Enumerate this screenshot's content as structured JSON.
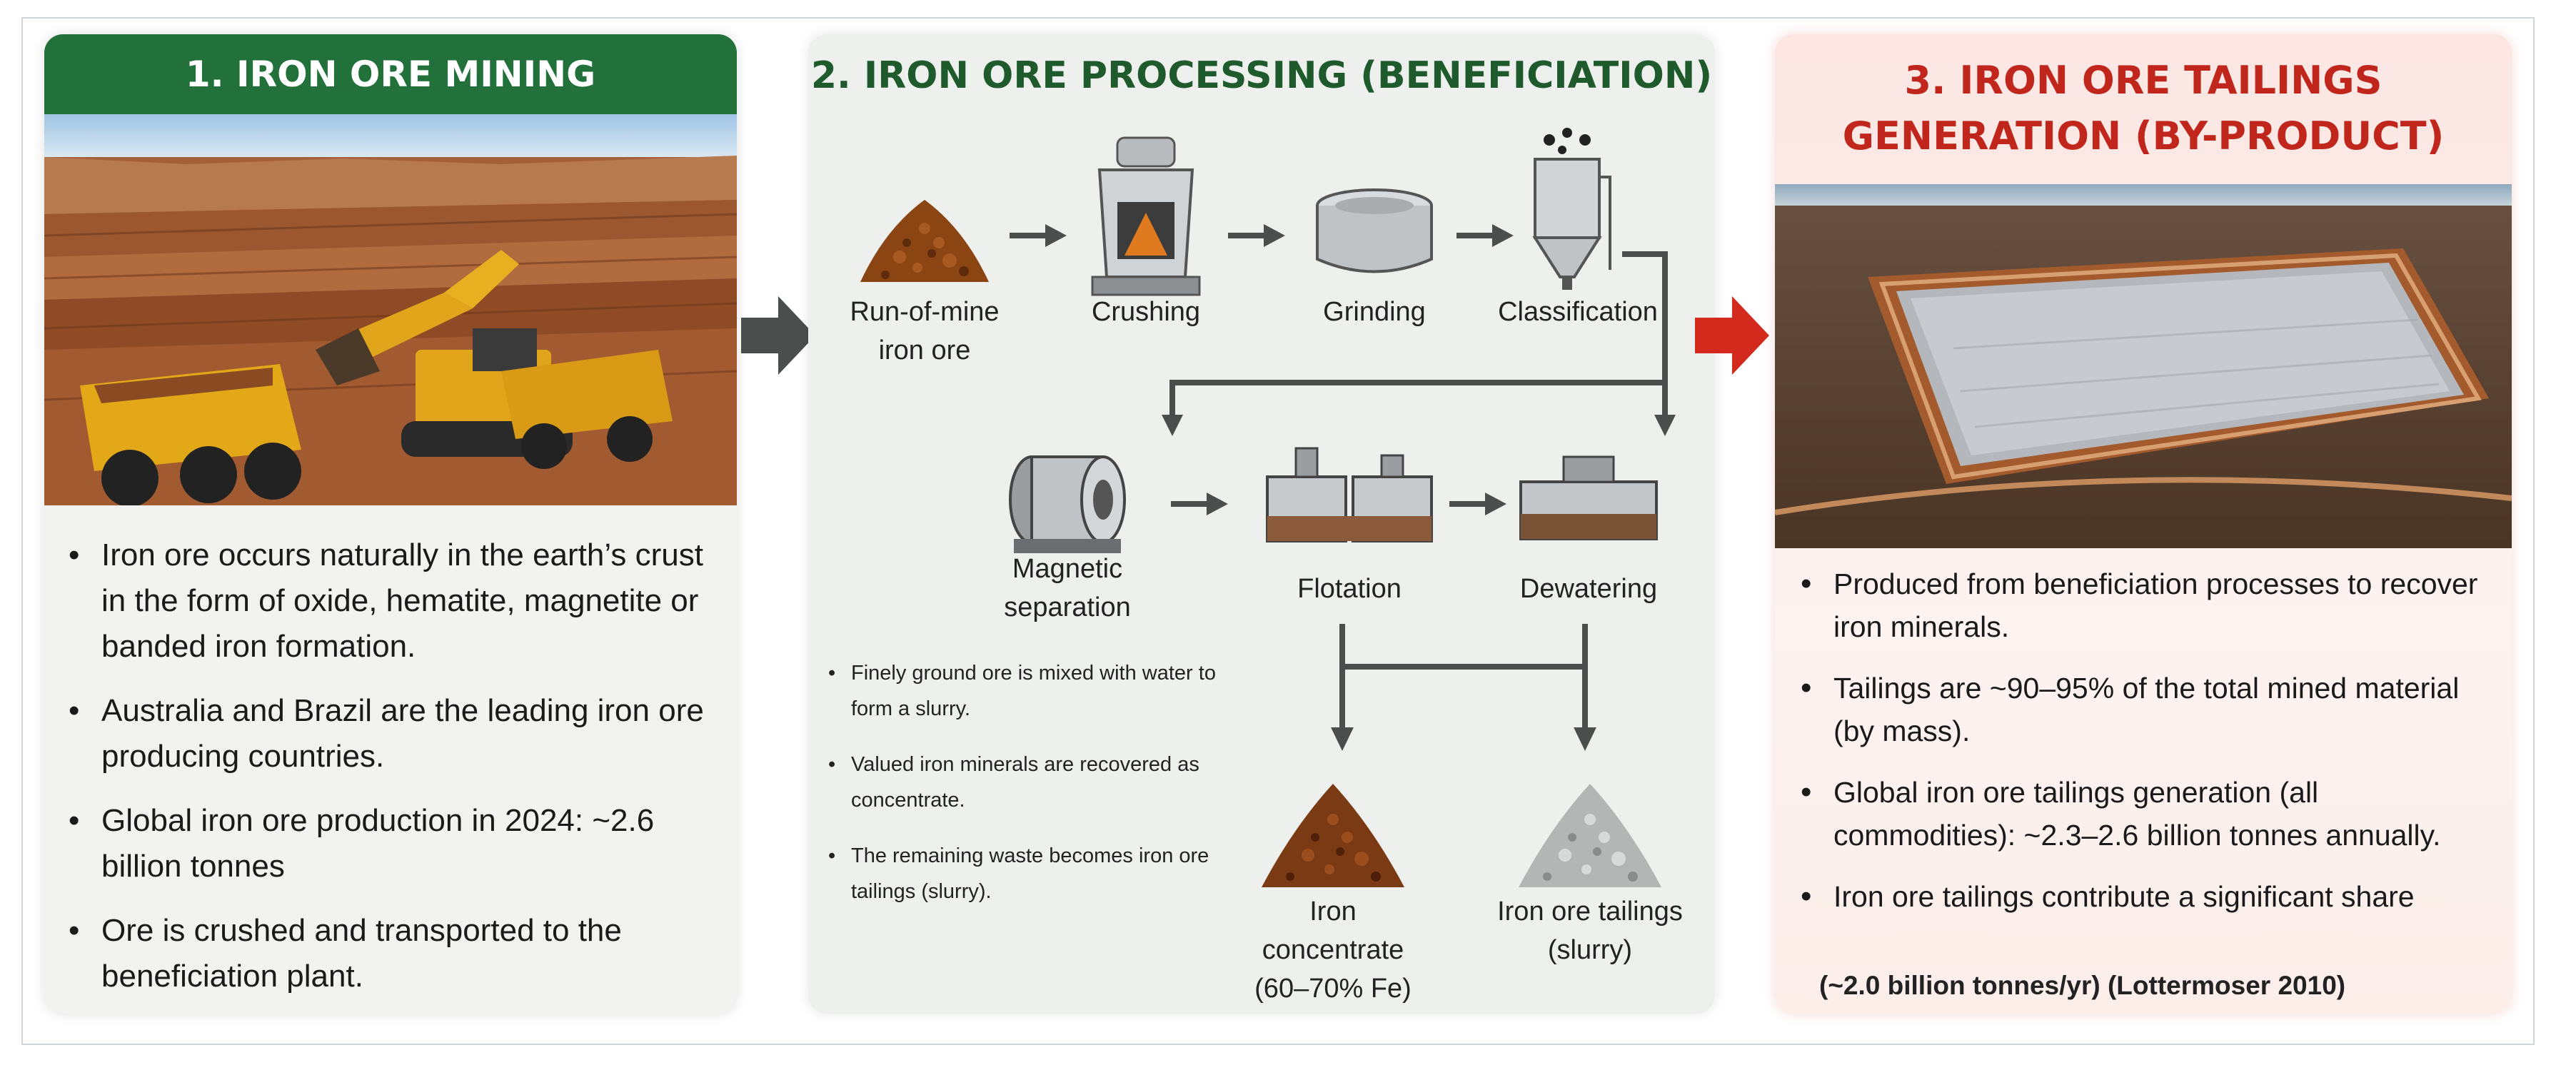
{
  "panel1": {
    "title": "1. IRON ORE MINING (EXTRACTION)",
    "bullets": [
      "Iron ore occurs naturally in the earth’s crust in the form of oxide, hematite, magnetite or banded iron formation.",
      "Australia and Brazil are the leading iron ore producing countries.",
      "Global iron ore production in 2024: ~2.6 billion tonnes",
      "Ore is crushed and transported to the beneficiation plant."
    ]
  },
  "panel2": {
    "title": "2. IRON ORE PROCESSING (BENEFICIATION)",
    "steps": {
      "run_of_mine": "Run-of-mine iron ore",
      "crushing": "Crushing",
      "grinding": "Grinding",
      "classification": "Classification",
      "magnetic": "Magnetic separation",
      "flotation": "Flotation",
      "dewatering": "Dewatering",
      "concentrate": "Iron concentrate (60–70% Fe)",
      "tailings": "Iron ore tailings (slurry)"
    },
    "notes": [
      "Finely ground ore is mixed with water to form a slurry.",
      "Valued iron minerals are recovered as concentrate.",
      "The remaining waste becomes iron ore tailings (slurry)."
    ]
  },
  "panel3": {
    "title": "3. IRON ORE TAILINGS GENERATION (BY-PRODUCT)",
    "bullets": [
      "Produced from beneficiation processes to recover iron minerals.",
      "Tailings are ~90–95% of the total mined material (by mass).",
      "Global iron ore tailings generation (all commodities): ~2.3–2.6 billion tonnes annually.",
      "Iron ore tailings contribute a significant share"
    ],
    "citation": "(~2.0 billion tonnes/yr) (Lottermoser 2010)"
  },
  "colors": {
    "green_header": "#22703a",
    "green_title": "#1f5a2c",
    "red_title": "#c0261c",
    "grey_arrow": "#4a4f4d",
    "red_arrow": "#d42a1e"
  }
}
